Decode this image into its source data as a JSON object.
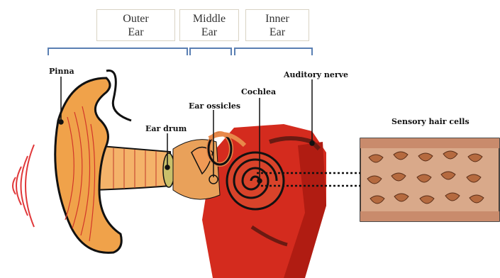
{
  "sections": [
    {
      "line1": "Outer",
      "line2": "Ear"
    },
    {
      "line1": "Middle",
      "line2": "Ear"
    },
    {
      "line1": "Inner",
      "line2": "Ear"
    }
  ],
  "labels": {
    "pinna": "Pinna",
    "ear_drum": "Ear drum",
    "ear_ossicles": "Ear ossicles",
    "cochlea": "Cochlea",
    "auditory_nerve": "Auditory nerve",
    "sensory_hair_cells": "Sensory hair cells"
  },
  "colors": {
    "bracket": "#5a7fb3",
    "pinna_fill": "#f0a24a",
    "canal_fill": "#f4b36a",
    "inner_red": "#d42b1e",
    "sound_waves": "#e0383a",
    "hair_tissue": "#d9a98a"
  }
}
